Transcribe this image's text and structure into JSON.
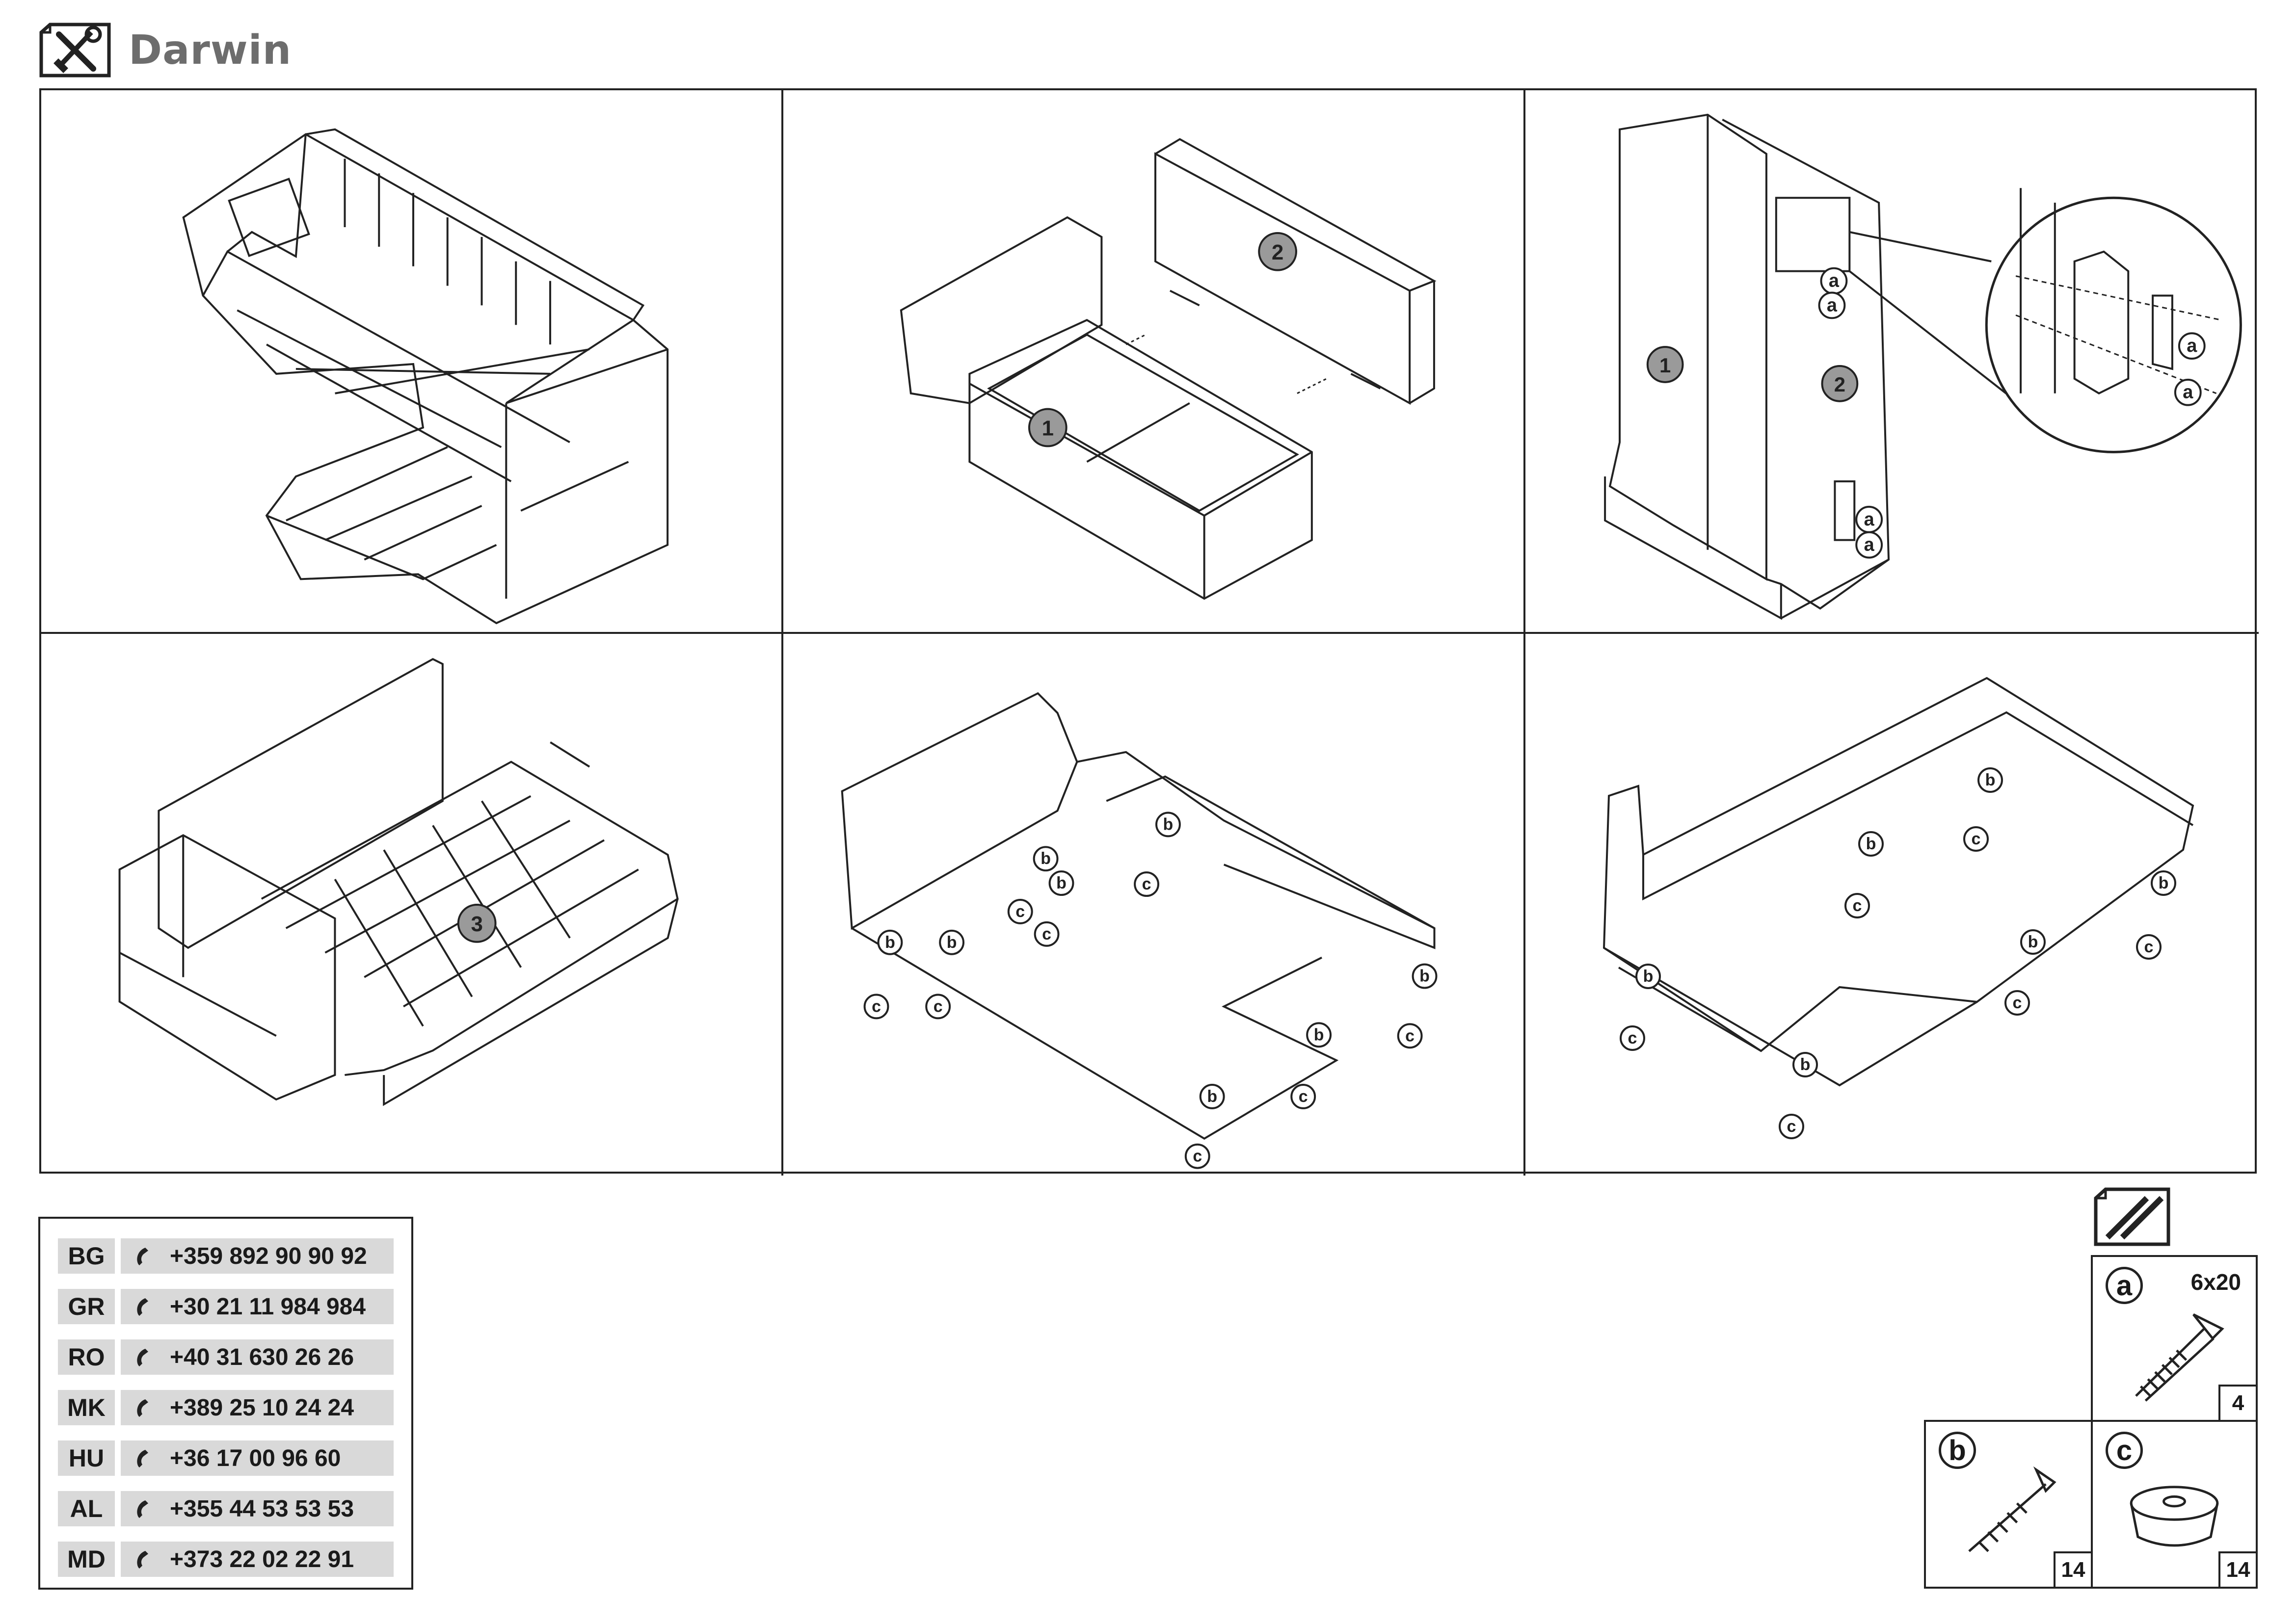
{
  "header": {
    "title": "Darwin"
  },
  "contacts": [
    {
      "code": "BG",
      "phone": "+359 892 90 90 92"
    },
    {
      "code": "GR",
      "phone": "+30 21 11 984 984"
    },
    {
      "code": "RO",
      "phone": "+40 31 630 26 26"
    },
    {
      "code": "MK",
      "phone": "+389 25 10 24 24"
    },
    {
      "code": "HU",
      "phone": "+36 17 00 96 60"
    },
    {
      "code": "AL",
      "phone": "+355 44 53 53 53"
    },
    {
      "code": "MD",
      "phone": "+373 22 02 22 91"
    }
  ],
  "parts": {
    "a": {
      "letter": "a",
      "size": "6x20",
      "qty": "4",
      "icon": "countersunk-bolt-icon"
    },
    "b": {
      "letter": "b",
      "qty": "14",
      "icon": "wood-screw-icon"
    },
    "c": {
      "letter": "c",
      "qty": "14",
      "icon": "sofa-foot-icon"
    }
  },
  "labels": {
    "step1": "1",
    "step2": "2",
    "step3": "3",
    "a": "a",
    "b": "b",
    "c": "c"
  },
  "icons": {
    "header": "tools-icon",
    "parts": "parts-list-icon",
    "phone": "phone-icon"
  }
}
